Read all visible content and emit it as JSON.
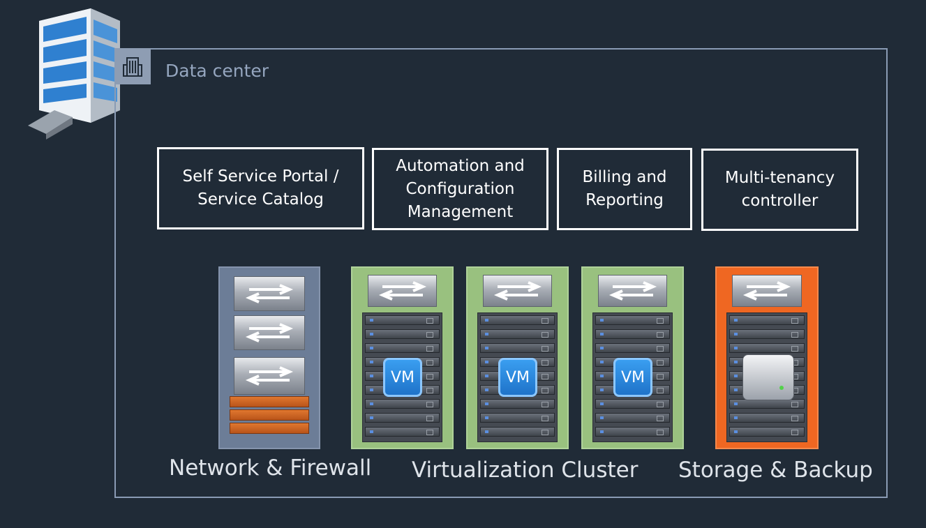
{
  "datacenter": {
    "title": "Data center",
    "icon": "building-icon"
  },
  "services": [
    {
      "label": "Self Service Portal /\nService Catalog"
    },
    {
      "label": "Automation and\nConfiguration\nManagement"
    },
    {
      "label": "Billing and\nReporting"
    },
    {
      "label": "Multi-tenancy\ncontroller"
    }
  ],
  "groups": {
    "network": "Network & Firewall",
    "virtualization": "Virtualization Cluster",
    "storage": "Storage & Backup"
  },
  "vm_label": "VM",
  "colors": {
    "background": "#202b37",
    "network_rack": "#6c7d97",
    "virtualization_rack": "#99c17f",
    "storage_rack": "#ef6722",
    "firewall": "#d9682a",
    "vm_badge": "#2a8ae0"
  }
}
